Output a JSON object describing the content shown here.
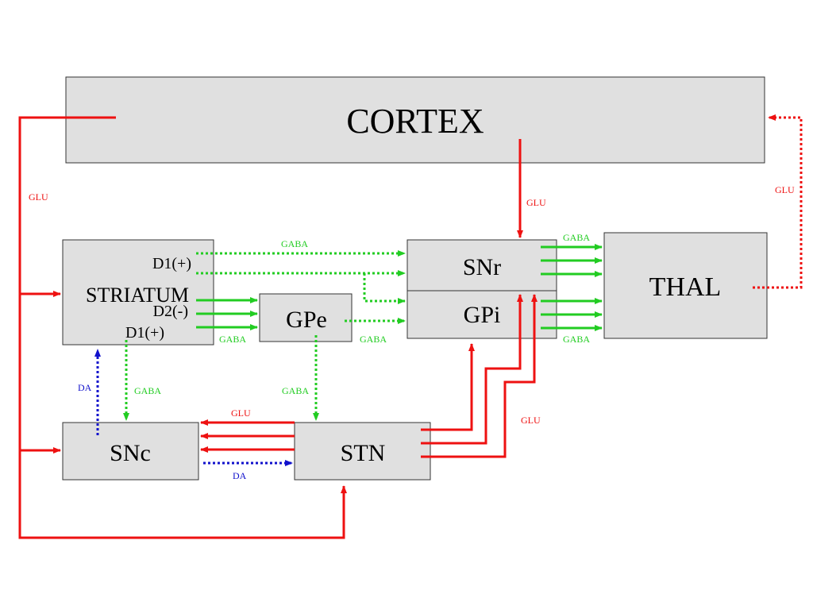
{
  "colors": {
    "glutamate": "#ee1111",
    "gaba": "#22cc22",
    "dopamine": "#1111cc",
    "box_fill": "#e0e0e0"
  },
  "nodes": {
    "cortex": "CORTEX",
    "striatum": "STRIATUM",
    "striatum_d1_top": "D1(+)",
    "striatum_d2": "D2(-)",
    "striatum_d1_bottom": "D1(+)",
    "gpe": "GPe",
    "snr": "SNr",
    "gpi": "GPi",
    "thal": "THAL",
    "snc": "SNc",
    "stn": "STN"
  },
  "edge_labels": {
    "cortex_left_glu": "GLU",
    "cortex_snr_glu": "GLU",
    "thal_cortex_glu": "GLU",
    "striatum_snr_gaba": "GABA",
    "snr_thal_gaba": "GABA",
    "striatum_gpe_gaba": "GABA",
    "gpe_gpi_gaba": "GABA",
    "gpi_thal_gaba": "GABA",
    "snc_striatum_da": "DA",
    "striatum_snc_gaba": "GABA",
    "gpe_stn_gaba": "GABA",
    "stn_snc_glu": "GLU",
    "stn_gpi_glu": "GLU",
    "snc_stn_da": "DA"
  }
}
